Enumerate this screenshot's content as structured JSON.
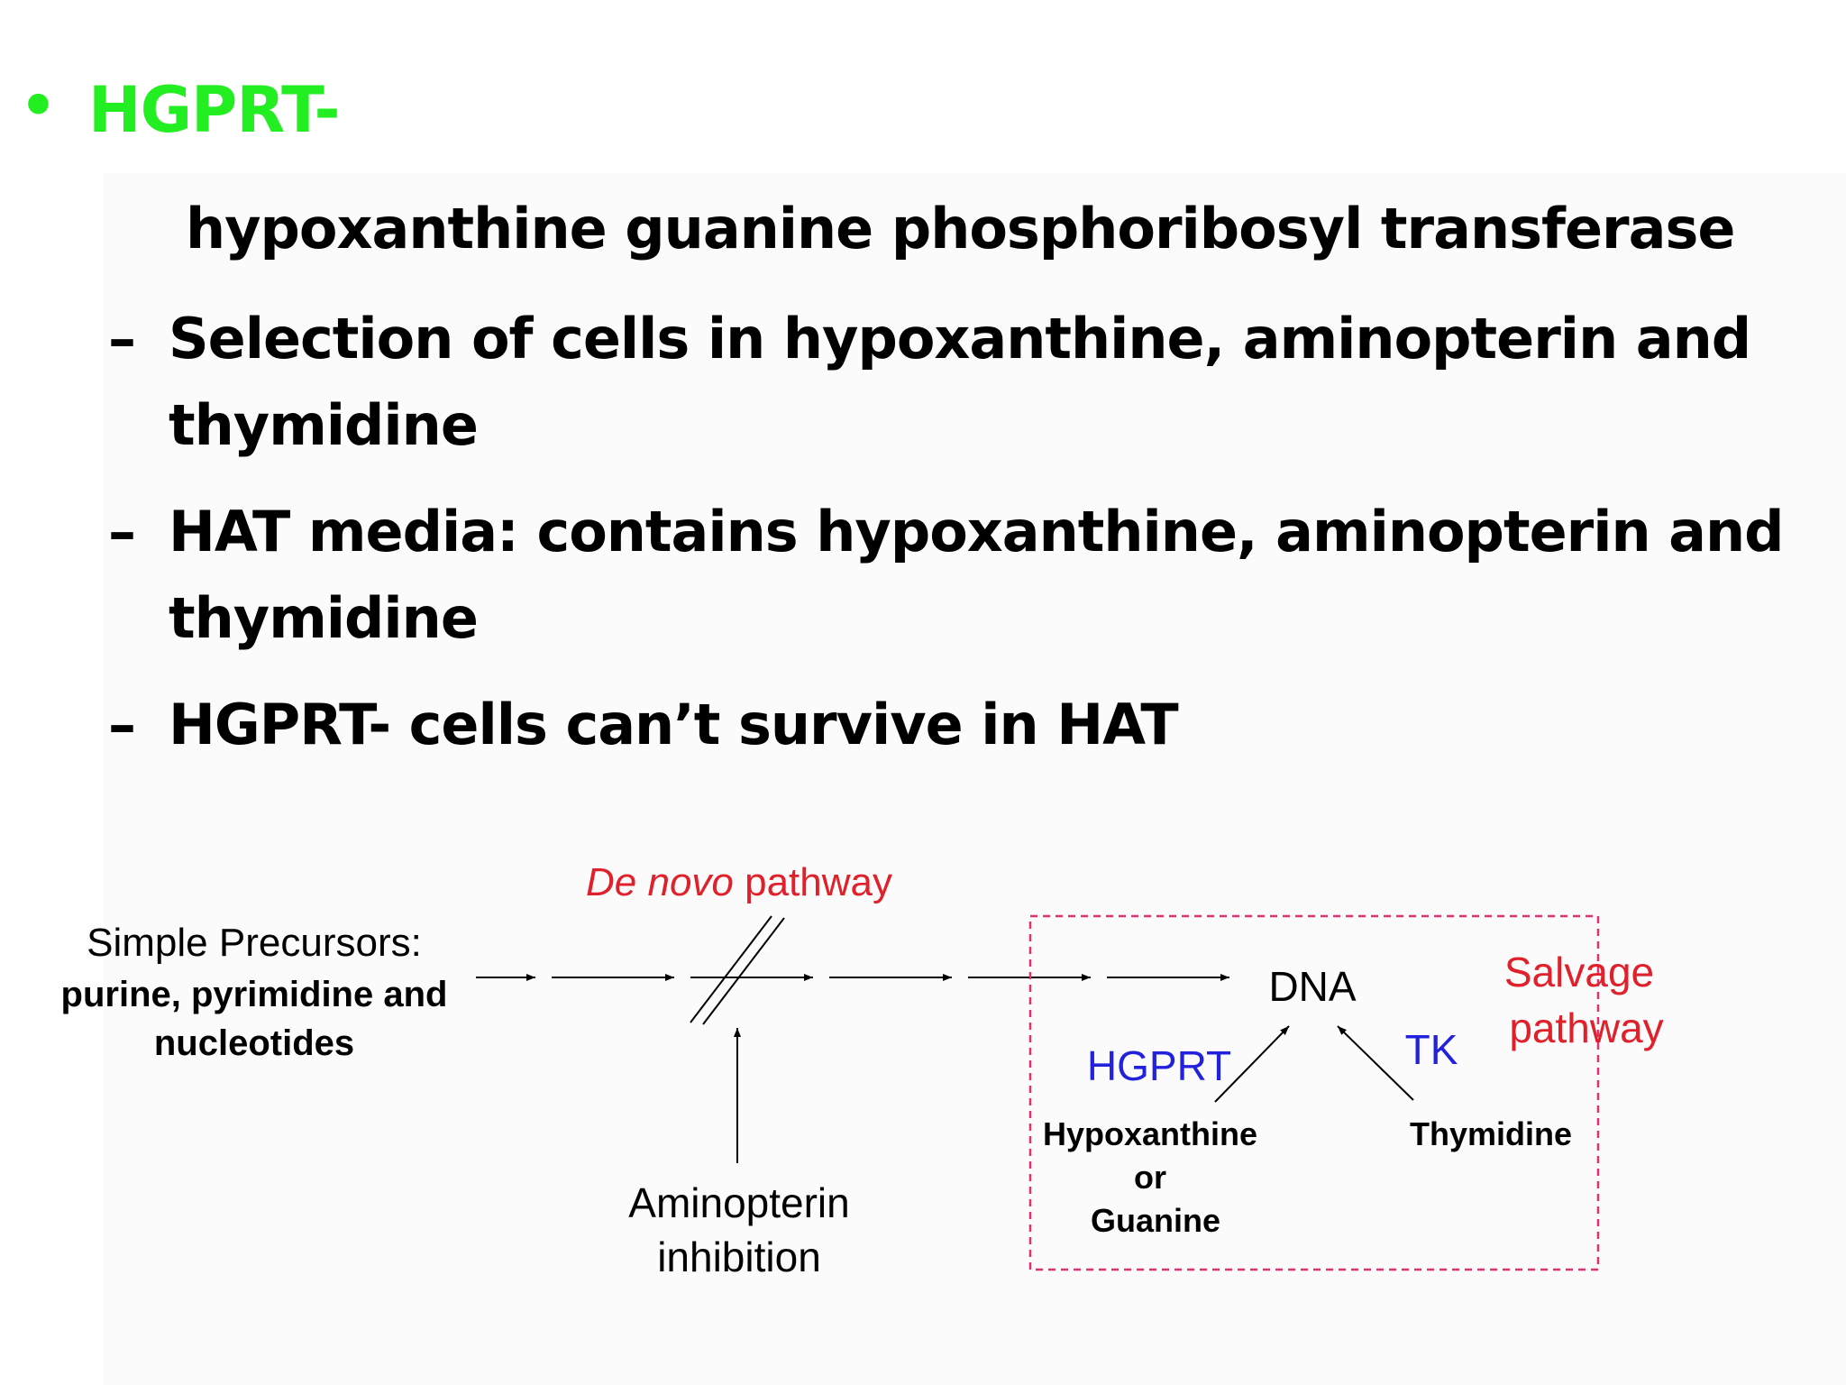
{
  "slide": {
    "bullet_symbol": "•",
    "heading": "HGPRT-",
    "definition": "hypoxanthine guanine phosphoribosyl transferase",
    "dash_symbol": "–",
    "points": [
      {
        "line1": "Selection of cells in hypoxanthine, aminopterin and",
        "line2": "thymidine"
      },
      {
        "line1": "HAT media: contains hypoxanthine, aminopterin and",
        "line2": "thymidine"
      },
      {
        "line1": "HGPRT- cells can’t survive in HAT"
      }
    ]
  },
  "diagram": {
    "de_novo_italic": "De novo",
    "de_novo_rest": " pathway",
    "precursors_title": "Simple Precursors:",
    "precursors_line1": "purine, pyrimidine and",
    "precursors_line2": "nucleotides",
    "dna": "DNA",
    "hgprt": "HGPRT",
    "tk": "TK",
    "salvage_line1": "Salvage",
    "salvage_line2": "pathway",
    "hypoxanthine": "Hypoxanthine",
    "or": "or",
    "guanine": "Guanine",
    "thymidine": "Thymidine",
    "aminopterin_line1": "Aminopterin",
    "aminopterin_line2": "inhibition",
    "colors": {
      "heading_green": "#22ee22",
      "pathway_red": "#e0202a",
      "enzyme_blue": "#2222dd",
      "box_dash": "#e03070"
    }
  }
}
